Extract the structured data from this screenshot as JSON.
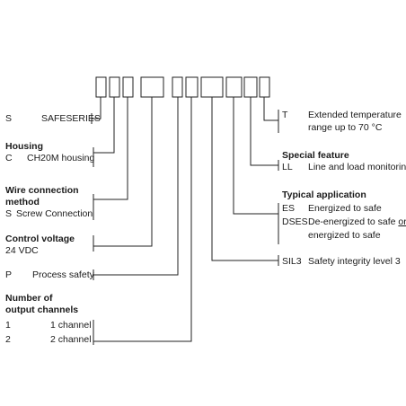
{
  "code_boxes": 10,
  "left_options": {
    "series": {
      "code": "S",
      "label": "SAFESERIES"
    },
    "housing": {
      "title": "Housing",
      "code": "C",
      "label": "CH20M housing"
    },
    "wire_connection": {
      "title_line1": "Wire connection",
      "title_line2": "method",
      "code": "S",
      "label": "Screw Connection"
    },
    "control_voltage": {
      "title": "Control voltage",
      "value": "24 VDC"
    },
    "process_safety": {
      "code": "P",
      "label": "Process safety"
    },
    "output_channels": {
      "title_line1": "Number of",
      "title_line2": "output channels",
      "rows": [
        {
          "code": "1",
          "label": "1 channel"
        },
        {
          "code": "2",
          "label": "2 channel"
        }
      ]
    }
  },
  "right_options": {
    "temperature": {
      "code": "T",
      "label_line1": "Extended temperature",
      "label_line2": "range up to 70 °C"
    },
    "special_feature": {
      "title": "Special feature",
      "code": "LL",
      "label": "Line and load monitoring"
    },
    "typical_application": {
      "title": "Typical application",
      "es_code": "ES",
      "es_label": "Energized to safe",
      "dses_code": "DSES",
      "dses_label_a": "De-energized to safe ",
      "dses_label_or": "or",
      "dses_label_b": "energized to safe"
    },
    "sil": {
      "code": "SIL3",
      "label": "Safety integrity level 3"
    }
  }
}
